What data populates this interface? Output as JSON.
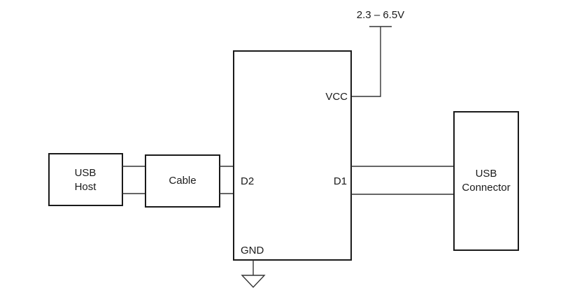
{
  "supply": {
    "label": "2.3 – 6.5V"
  },
  "usb_host": {
    "line1": "USB",
    "line2": "Host"
  },
  "cable": {
    "label": "Cable"
  },
  "device": {
    "pin_vcc": "VCC",
    "pin_d2": "D2",
    "pin_d1": "D1",
    "pin_gnd": "GND"
  },
  "usb_connector": {
    "line1": "USB",
    "line2": "Connector"
  }
}
